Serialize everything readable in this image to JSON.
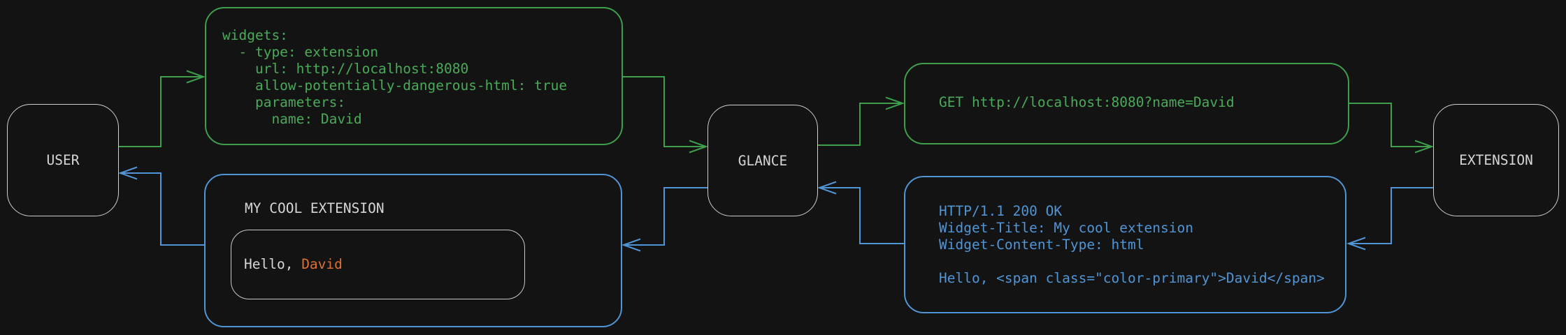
{
  "nodes": {
    "user": {
      "label": "USER"
    },
    "glance": {
      "label": "GLANCE"
    },
    "extension": {
      "label": "EXTENSION"
    }
  },
  "messages": {
    "config": {
      "code": "widgets:\n  - type: extension\n    url: http://localhost:8080\n    allow-potentially-dangerous-html: true\n    parameters:\n      name: David"
    },
    "request": {
      "code": "GET http://localhost:8080?name=David"
    },
    "response": {
      "code": "HTTP/1.1 200 OK\nWidget-Title: My cool extension\nWidget-Content-Type: html\n\nHello, <span class=\"color-primary\">David</span>"
    },
    "widget_preview": {
      "title": "MY COOL EXTENSION",
      "greeting_prefix": "Hello, ",
      "greeting_name": "David"
    }
  },
  "colors": {
    "background": "#131313",
    "green_line": "#3f9e4c",
    "green_text": "#4aaa59",
    "blue_line": "#5095d6",
    "blue_text": "#5095d6",
    "orange": "#e0702f",
    "node_border": "#cfcfcf",
    "inner_border": "#c9c9c9",
    "text_light": "#d6d6d6"
  }
}
